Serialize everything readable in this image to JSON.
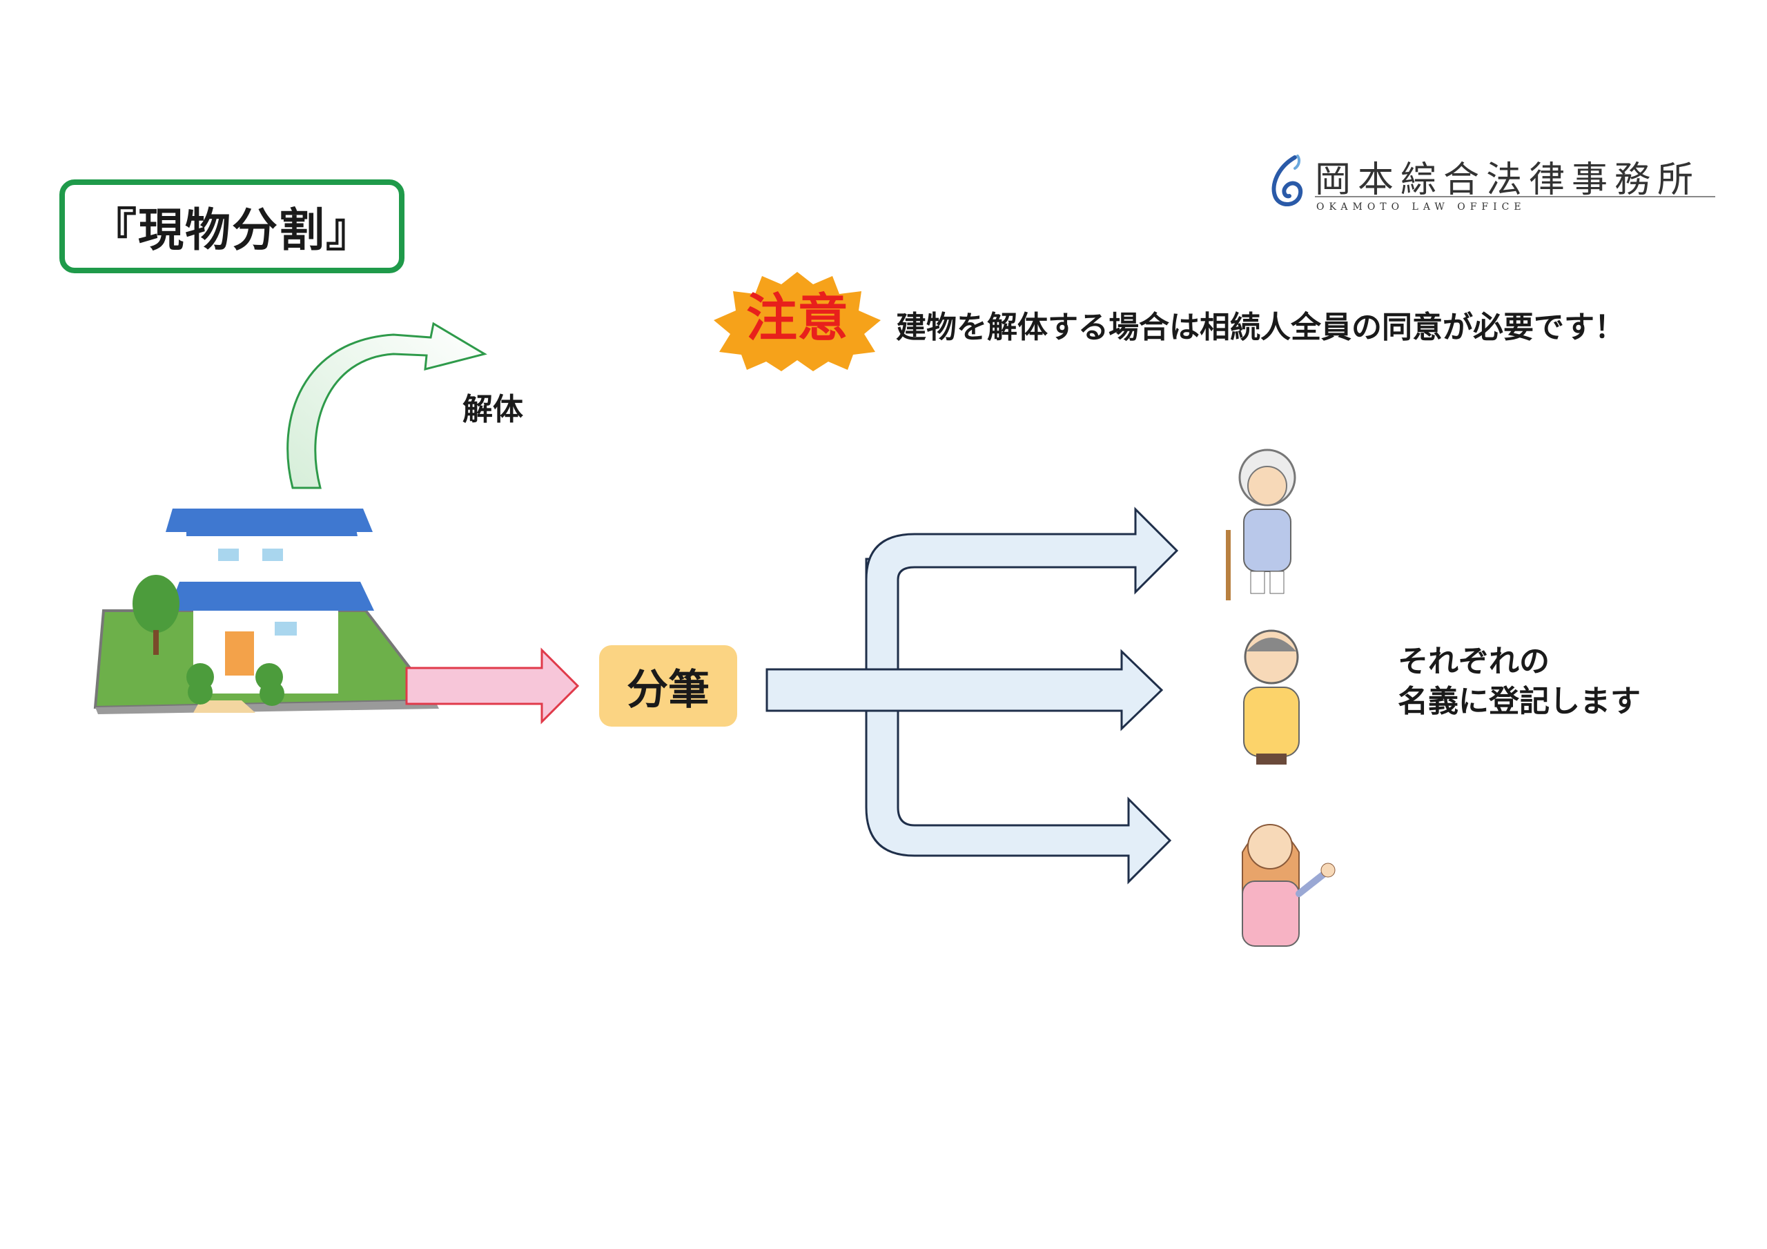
{
  "title": "『現物分割』",
  "logo": {
    "name": "岡本綜合法律事務所",
    "subtitle": "OKAMOTO LAW OFFICE"
  },
  "caution": {
    "badge": "注意",
    "message": "建物を解体する場合は相続人全員の同意が必要です！"
  },
  "dismantle_label": "解体",
  "subdivision_label": "分筆",
  "result": {
    "line1": "それぞれの",
    "line2": "名義に登記します"
  },
  "colors": {
    "title_border": "#1f9a4a",
    "badge_fill": "#f6a21a",
    "badge_text": "#e8201c",
    "pink_arrow": "#f7c6d9",
    "blue_arrow": "#e3eef8",
    "box_fill": "#fbd483"
  }
}
